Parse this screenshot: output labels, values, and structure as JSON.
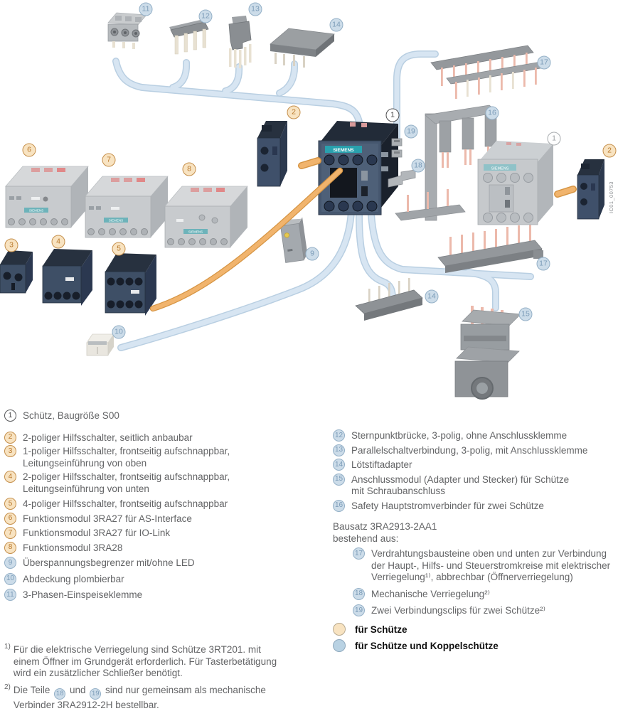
{
  "diagram": {
    "brand": "SIEMENS",
    "figure_id": "IC01_00753",
    "colors": {
      "wire_orange": "#F1B46D",
      "tube_blue": "#D7E5F2",
      "navy_device": "#46576F",
      "faded_gray_device": "#C8CBCE",
      "accessory_gray": "#94989C",
      "callout_orange_bg": "#F8E3C1",
      "callout_blue_bg": "#CCDCE9"
    },
    "callouts": [
      {
        "n": "11",
        "type": "blue"
      },
      {
        "n": "12",
        "type": "blue"
      },
      {
        "n": "13",
        "type": "blue"
      },
      {
        "n": "14",
        "type": "blue"
      },
      {
        "n": "17",
        "type": "blue"
      },
      {
        "n": "2",
        "type": "orange"
      },
      {
        "n": "1",
        "type": "white"
      },
      {
        "n": "19",
        "type": "blue"
      },
      {
        "n": "18",
        "type": "blue"
      },
      {
        "n": "16",
        "type": "blue"
      },
      {
        "n": "6",
        "type": "orange"
      },
      {
        "n": "7",
        "type": "orange"
      },
      {
        "n": "8",
        "type": "orange"
      },
      {
        "n": "1",
        "type": "gray"
      },
      {
        "n": "2",
        "type": "orange"
      },
      {
        "n": "3",
        "type": "orange"
      },
      {
        "n": "4",
        "type": "orange"
      },
      {
        "n": "5",
        "type": "orange"
      },
      {
        "n": "9",
        "type": "blue"
      },
      {
        "n": "10",
        "type": "blue"
      },
      {
        "n": "17",
        "type": "blue"
      },
      {
        "n": "14",
        "type": "blue"
      },
      {
        "n": "15",
        "type": "blue"
      }
    ]
  },
  "legend_left": {
    "items": [
      {
        "n": "1",
        "type": "white",
        "label": "Schütz, Baugröße S00"
      },
      {
        "n": "2",
        "type": "orange",
        "label": "2-poliger Hilfsschalter, seitlich anbaubar"
      },
      {
        "n": "3",
        "type": "orange",
        "label": "1-poliger Hilfsschalter, frontseitig aufschnappbar,\nLeitungseinführung von oben"
      },
      {
        "n": "4",
        "type": "orange",
        "label": "2-poliger Hilfsschalter, frontseitig aufschnappbar,\nLeitungseinführung von unten"
      },
      {
        "n": "5",
        "type": "orange",
        "label": "4-poliger Hilfsschalter, frontseitig aufschnappbar"
      },
      {
        "n": "6",
        "type": "orange",
        "label": "Funktionsmodul 3RA27 für AS-Interface"
      },
      {
        "n": "7",
        "type": "orange",
        "label": "Funktionsmodul 3RA27 für IO-Link"
      },
      {
        "n": "8",
        "type": "orange",
        "label": "Funktionsmodul 3RA28"
      },
      {
        "n": "9",
        "type": "blue",
        "label": "Überspannungsbegrenzer mit/ohne LED"
      },
      {
        "n": "10",
        "type": "blue",
        "label": "Abdeckung plombierbar"
      },
      {
        "n": "11",
        "type": "blue",
        "label": "3-Phasen-Einspeiseklemme"
      }
    ]
  },
  "legend_right": {
    "items": [
      {
        "n": "12",
        "type": "blue",
        "label": "Sternpunktbrücke, 3-polig, ohne Anschlussklemme"
      },
      {
        "n": "13",
        "type": "blue",
        "label": "Parallelschaltverbindung, 3-polig, mit Anschlussklemme"
      },
      {
        "n": "14",
        "type": "blue",
        "label": "Lötstiftadapter"
      },
      {
        "n": "15",
        "type": "blue",
        "label": "Anschlussmodul (Adapter und Stecker) für Schütze\nmit Schraubanschluss"
      },
      {
        "n": "16",
        "type": "blue",
        "label": "Safety Hauptstromverbinder für zwei Schütze"
      }
    ]
  },
  "kit": {
    "title": "Bausatz 3RA2913-2AA1",
    "subtitle": "bestehend aus:",
    "items": [
      {
        "n": "17",
        "type": "blue",
        "label": "Verdrahtungsbausteine oben und unten zur Verbindung\nder Haupt-, Hilfs- und Steuerstromkreise mit elektrischer\nVerriegelung¹⁾, abbrechbar (Öffnerverriegelung)"
      },
      {
        "n": "18",
        "type": "blue",
        "label": "Mechanische Verriegelung²⁾"
      },
      {
        "n": "19",
        "type": "blue",
        "label": "Zwei Verbindungsclips für zwei Schütze²⁾"
      }
    ]
  },
  "color_key": {
    "orange_label": "für Schütze",
    "blue_label": "für Schütze und Koppelschütze"
  },
  "footnotes": {
    "fn1_marker": "1)",
    "fn1_text": "Für die elektrische Verriegelung sind Schütze 3RT201. mit\neinem Öffner im Grundgerät erforderlich. Für Tasterbetätigung\nwird ein zusätzlicher Schließer benötigt.",
    "fn2_marker": "2)",
    "fn2_part1": "Die Teile",
    "fn2_circle1": "18",
    "fn2_part2": "und",
    "fn2_circle2": "19",
    "fn2_part3": "sind nur gemeinsam als mechanische\nVerbinder 3RA2912-2H bestellbar."
  }
}
